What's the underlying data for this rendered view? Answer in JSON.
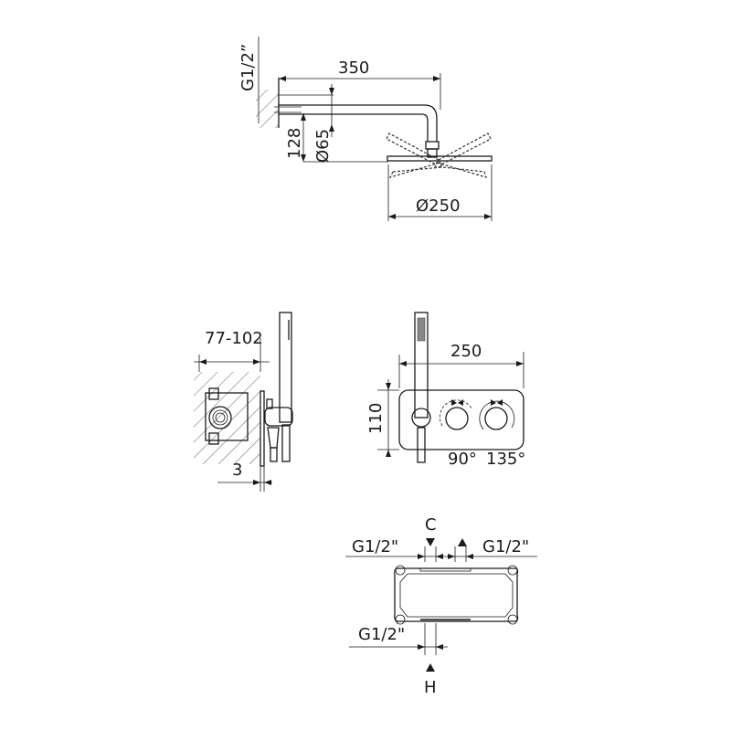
{
  "shower_arm_view": {
    "thread_label": "G1/2”",
    "arm_length": "350",
    "flange_diameter": "Ø65",
    "drop_height": "128",
    "head_diameter": "Ø250"
  },
  "side_view": {
    "depth_label": "77-102",
    "plate_thickness": "3"
  },
  "front_view": {
    "width_label": "250",
    "height_label": "110",
    "knob_left_rotation": "90°",
    "knob_right_rotation": "135°"
  },
  "connections_view": {
    "cold_label": "C",
    "hot_label": "H",
    "inlet_left_thread": "G1/2\"",
    "inlet_right_thread": "G1/2\"",
    "bottom_thread": "G1/2\""
  },
  "colors": {
    "line": "#1a1a1a",
    "background": "#ffffff"
  }
}
